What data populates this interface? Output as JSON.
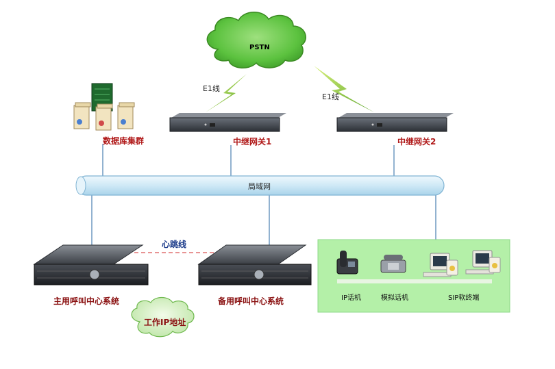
{
  "cloud_pstn": {
    "label": "PSTN"
  },
  "links": {
    "e1_left": "E1线",
    "e1_right": "E1线"
  },
  "devices": {
    "db_cluster": "数据库集群",
    "gateway1": "中继网关1",
    "gateway2": "中继网关2",
    "primary_server": "主用呼叫中心系统",
    "backup_server": "备用呼叫中心系统"
  },
  "lan": {
    "label": "局域网"
  },
  "heartbeat": {
    "label": "心跳线"
  },
  "work_ip": {
    "label": "工作IP地址"
  },
  "terminals": {
    "ip_phone": "IP话机",
    "analog_phone": "模拟话机",
    "sip_softphone": "SIP软终端"
  },
  "colors": {
    "cloud_green": "#63c84a",
    "lan_pipe": "#d6eef9",
    "terminal_panel": "#b4f0a8",
    "heartbeat_line": "#e07070",
    "label_red": "#b01818"
  }
}
